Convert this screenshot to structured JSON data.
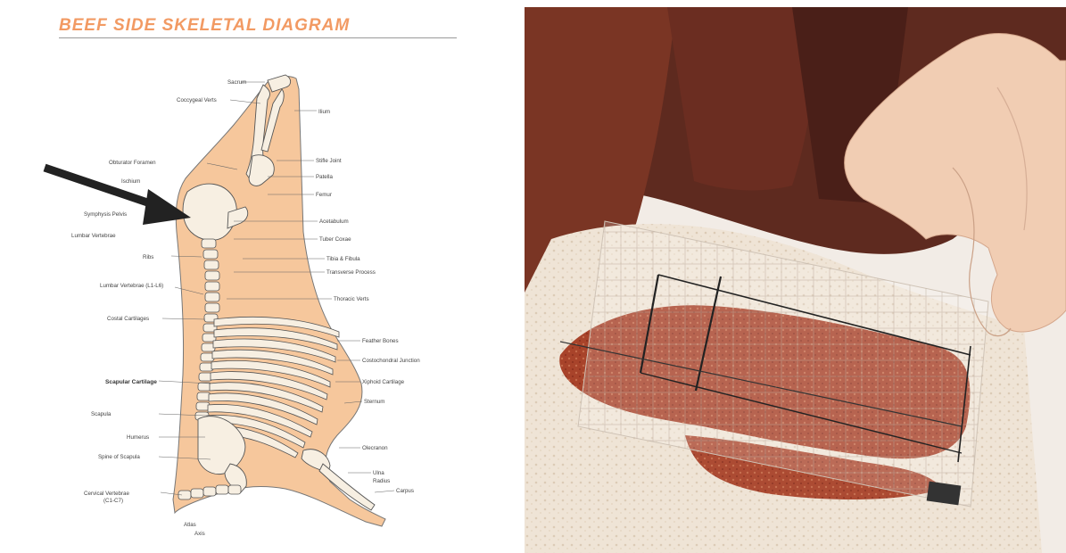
{
  "title": "BEEF SIDE SKELETAL DIAGRAM",
  "labels": {
    "sacrum": "Sacrum",
    "coccygeal_verts": "Coccygeal Verts",
    "ilium": "Ilium",
    "obturator_foramen": "Obturator Foramen",
    "ischium": "Ischium",
    "symphysis_pelvis": "Symphysis Pelvis",
    "stifle_joint": "Stifle Joint",
    "patella": "Patella",
    "femur": "Femur",
    "acetabulum": "Acetabulum",
    "lumbar_spinous": "Lumbar Vertebrae",
    "tuber_coxae": "Tuber Coxae",
    "ribs": "Ribs",
    "tibia_fibula": "Tibia & Fibula",
    "transverse_process": "Transverse Process",
    "lumbar_vertebrae": "Lumbar Vertebrae (L1-L6)",
    "thoracic_vertebrae": "Thoracic Verts",
    "costal_cartilages": "Costal Cartilages",
    "feather_bones": "Feather Bones",
    "costochondral": "Costochondral Junction",
    "xiphoid": "Xiphoid Cartilage",
    "scapular_cartilage": "Scapular Cartilage",
    "sternum": "Sternum",
    "scapula": "Scapula",
    "humerus": "Humerus",
    "spine_of_scapula": "Spine of Scapula",
    "olecranon": "Olecranon",
    "ulna": "Ulna",
    "radius": "Radius",
    "cervical_vertebrae": "Cervical Vertebrae",
    "c1": "(C1-C7)",
    "atlas": "Atlas",
    "axis": "Axis",
    "carpus": "Carpus"
  },
  "colors": {
    "title": "#f29a63",
    "carcass_fill": "#f6c79c",
    "bone_fill": "#f7efe2",
    "bone_stroke": "#555555",
    "arrow": "#222222",
    "lean": "#a8432a",
    "fat": "#efe4d6"
  },
  "icons": {
    "arrow": "arrow-pointer",
    "grid": "measurement-grid"
  }
}
